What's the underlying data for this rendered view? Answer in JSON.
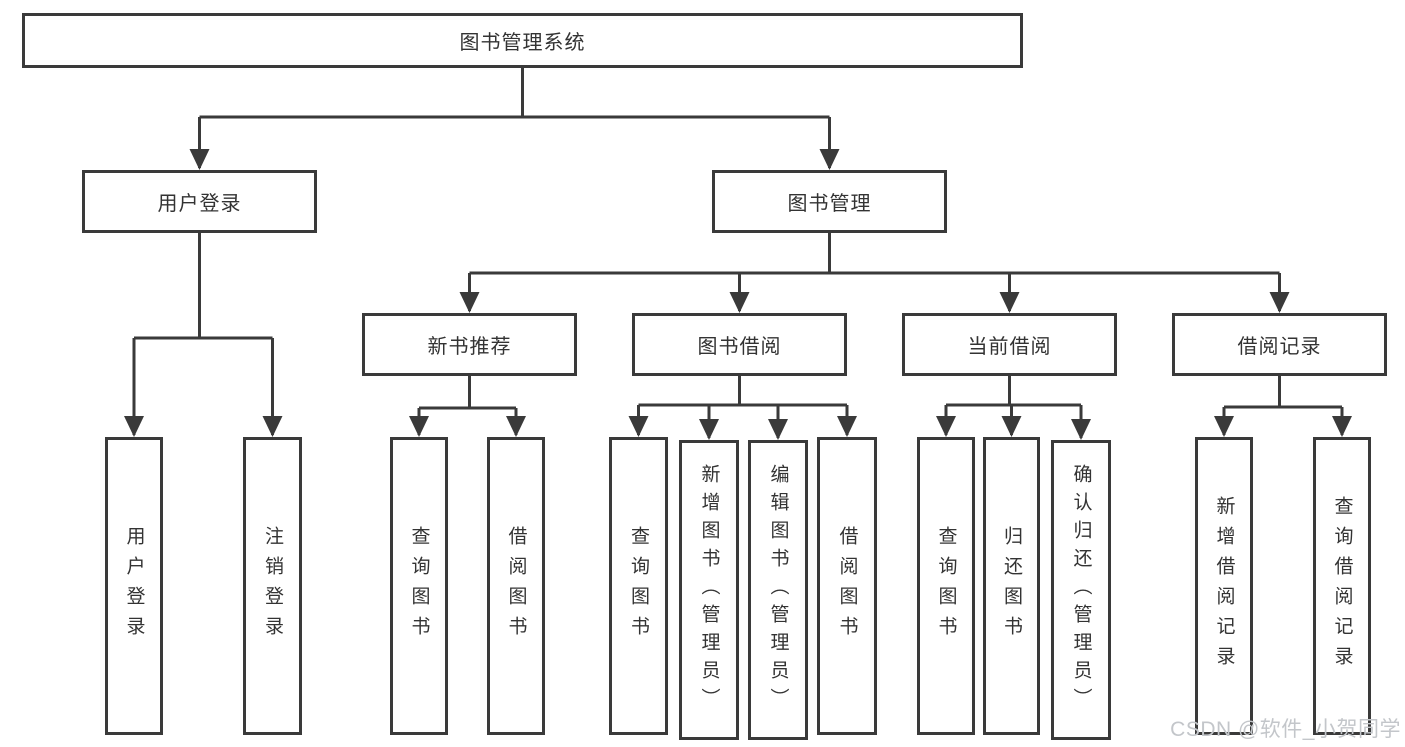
{
  "diagram": {
    "title": "图书管理系统",
    "branches": [
      {
        "label": "用户登录",
        "children": [
          {
            "label": "用户登录"
          },
          {
            "label": "注销登录"
          }
        ]
      },
      {
        "label": "图书管理",
        "children": [
          {
            "label": "新书推荐",
            "children": [
              {
                "label": "查询图书"
              },
              {
                "label": "借阅图书"
              }
            ]
          },
          {
            "label": "图书借阅",
            "children": [
              {
                "label": "查询图书"
              },
              {
                "label": "新增图书（管理员）"
              },
              {
                "label": "编辑图书（管理员）"
              },
              {
                "label": "借阅图书"
              }
            ]
          },
          {
            "label": "当前借阅",
            "children": [
              {
                "label": "查询图书"
              },
              {
                "label": "归还图书"
              },
              {
                "label": "确认归还（管理员）"
              }
            ]
          },
          {
            "label": "借阅记录",
            "children": [
              {
                "label": "新增借阅记录"
              },
              {
                "label": "查询借阅记录"
              }
            ]
          }
        ]
      }
    ]
  },
  "watermark": {
    "text": "CSDN @软件_小贺同学",
    "color": "#c3c6ca"
  },
  "colors": {
    "line": "#3a3a3a",
    "border": "#3a3a3a",
    "text": "#333333",
    "background": "#ffffff"
  }
}
